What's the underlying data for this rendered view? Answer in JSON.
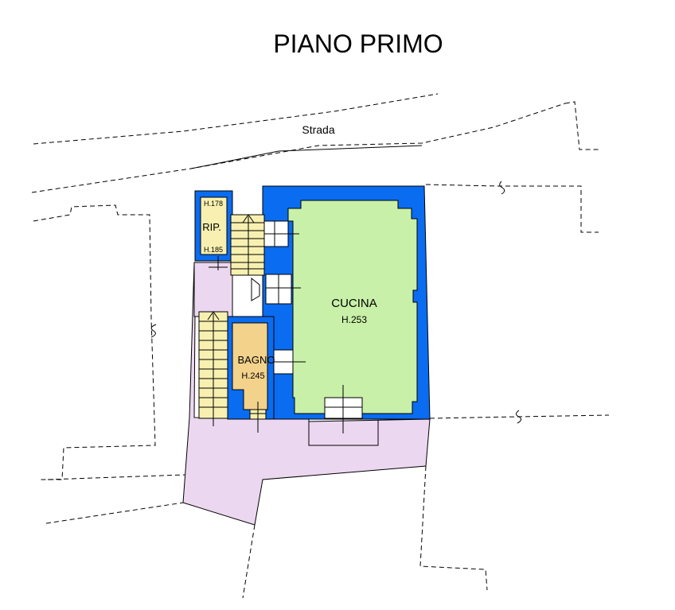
{
  "title": "PIANO PRIMO",
  "street_label": "Strada",
  "rooms": {
    "cucina": {
      "name": "CUCINA",
      "height": "H.253"
    },
    "bagno": {
      "name": "BAGNO",
      "height": "H.245"
    },
    "ripostiglio": {
      "name": "RIP.",
      "height_top": "H.178",
      "height_bottom": "H.185"
    }
  },
  "colors": {
    "walls": "#0a6cf0",
    "kitchen": "#c8f0a8",
    "bathroom": "#f3d28c",
    "storage_stairs": "#f8f0b0",
    "courtyard": "#ecd7f0"
  }
}
